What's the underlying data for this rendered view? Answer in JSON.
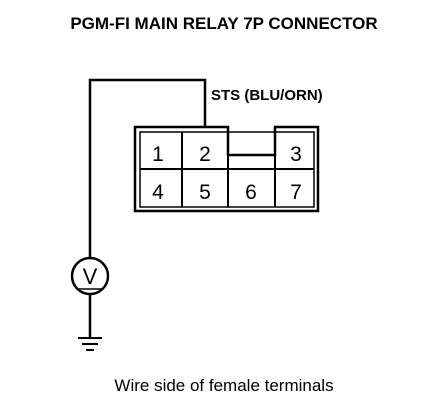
{
  "title": "PGM-FI MAIN RELAY 7P CONNECTOR",
  "wire_label": "STS (BLU/ORN)",
  "terminals": [
    "1",
    "2",
    "3",
    "4",
    "5",
    "6",
    "7"
  ],
  "meter_symbol": "V",
  "caption": "Wire side of female terminals"
}
